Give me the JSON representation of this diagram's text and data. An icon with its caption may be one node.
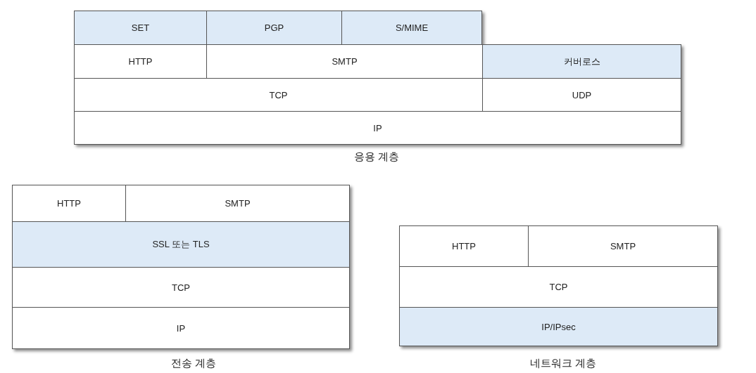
{
  "diagram": {
    "nodes": [
      {
        "text": [
          "SET"
        ]
      },
      {
        "text": [
          "PGP"
        ]
      },
      {
        "text": [
          "S/MIME"
        ]
      },
      {
        "text": [
          "HTTP"
        ]
      },
      {
        "text": [
          "SMTP"
        ]
      },
      {
        "text": [
          "커버로스"
        ]
      },
      {
        "text": [
          "TCP"
        ]
      },
      {
        "text": [
          "UDP"
        ]
      },
      {
        "text": [
          "IP"
        ]
      },
      {
        "text": [
          "HTTP"
        ]
      },
      {
        "text": [
          "SMTP"
        ]
      },
      {
        "text": [
          "SSL 또는 TLS"
        ]
      },
      {
        "text": [
          "TCP"
        ]
      },
      {
        "text": [
          "IP"
        ]
      },
      {
        "text": [
          "HTTP"
        ]
      },
      {
        "text": [
          "SMTP"
        ]
      },
      {
        "text": [
          "TCP"
        ]
      },
      {
        "text": [
          "IP/IPsec"
        ]
      }
    ],
    "edges": [],
    "labels": [
      "응용 계층",
      "전송 계층",
      "네트워크 계층"
    ]
  }
}
